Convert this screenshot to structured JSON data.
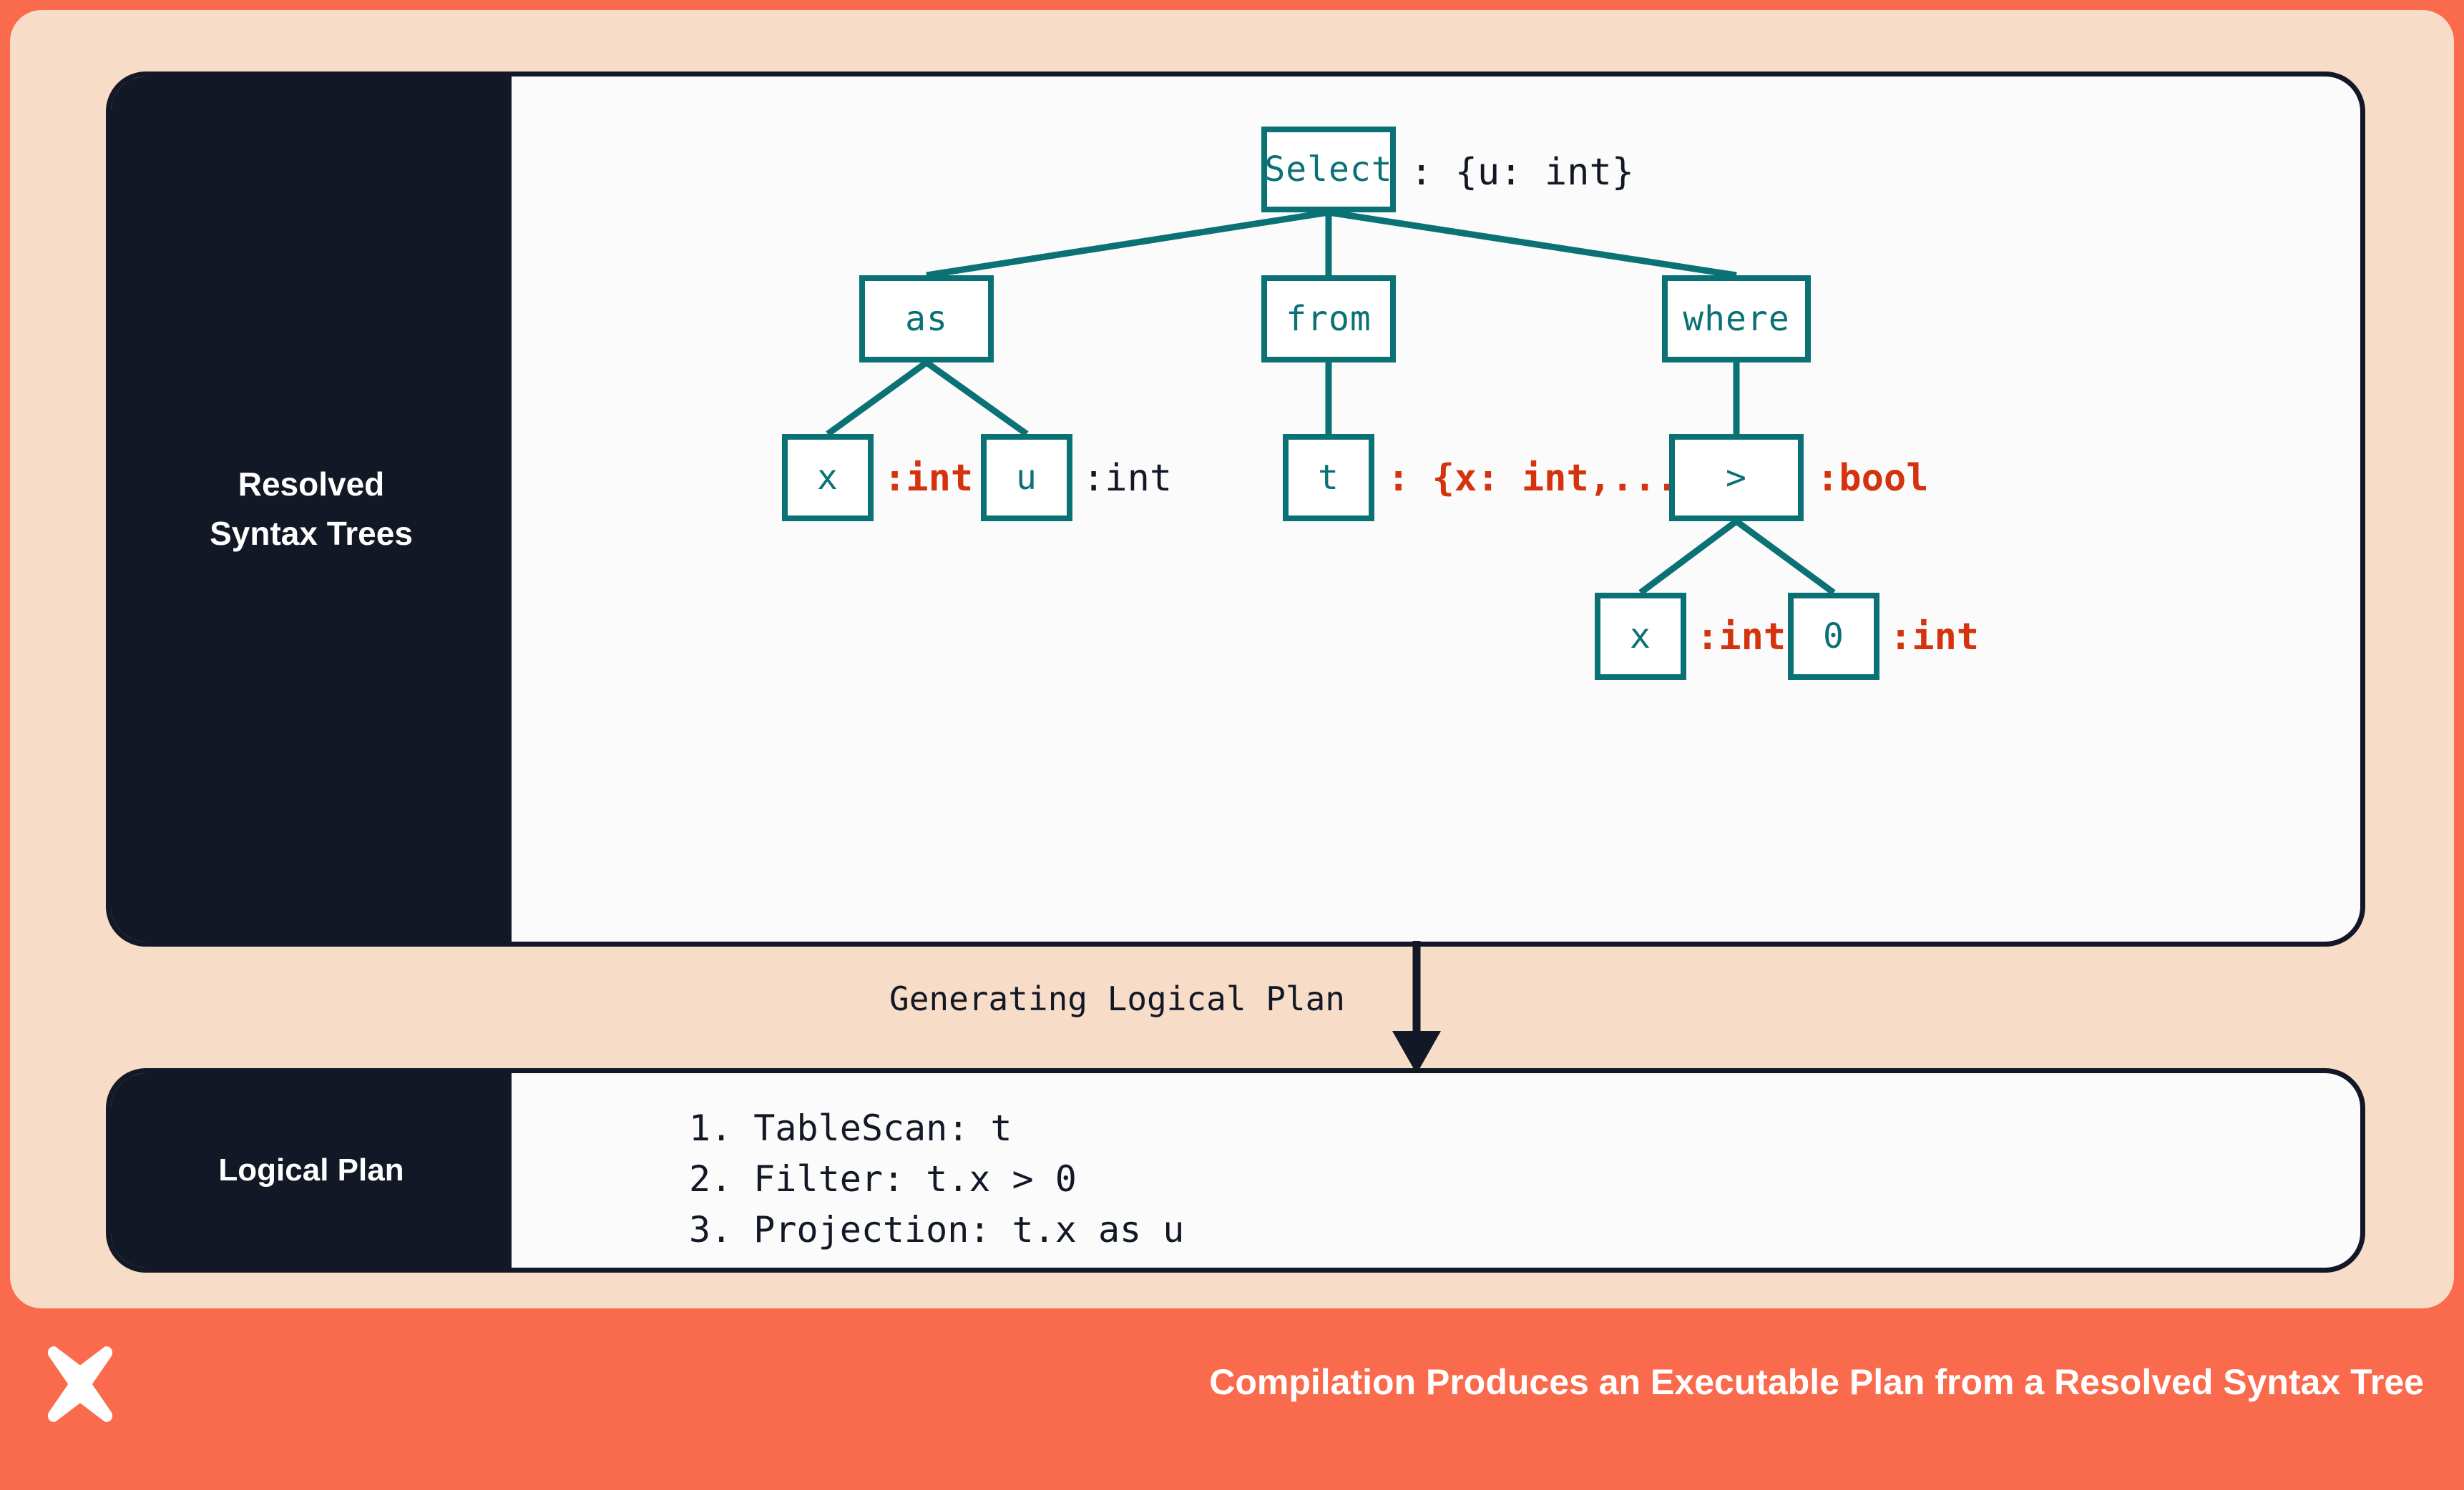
{
  "theme": {
    "coral": "#fa6a4d",
    "peach": "#f7dcc8",
    "navy": "#121826",
    "teal": "#0a7175",
    "red": "#d3340f",
    "white": "#ffffff"
  },
  "sections": {
    "rst": {
      "label_line1": "Resolved",
      "label_line2": "Syntax Trees"
    },
    "plan": {
      "label": "Logical Plan"
    }
  },
  "connector": {
    "label": "Generating Logical Plan"
  },
  "tree": {
    "nodes": [
      {
        "id": "select",
        "text": "Select",
        "annotation": ": {u: int}",
        "ann_color": "dark"
      },
      {
        "id": "as",
        "text": "as",
        "annotation": "",
        "ann_color": "dark"
      },
      {
        "id": "from",
        "text": "from",
        "annotation": "",
        "ann_color": "dark"
      },
      {
        "id": "where",
        "text": "where",
        "annotation": "",
        "ann_color": "dark"
      },
      {
        "id": "as-x",
        "text": "x",
        "annotation": ":int",
        "ann_color": "red"
      },
      {
        "id": "as-u",
        "text": "u",
        "annotation": ":int",
        "ann_color": "dark"
      },
      {
        "id": "from-t",
        "text": "t",
        "annotation": ": {x: int,...}",
        "ann_color": "red"
      },
      {
        "id": "gt",
        "text": ">",
        "annotation": ":bool",
        "ann_color": "red"
      },
      {
        "id": "gt-x",
        "text": "x",
        "annotation": ":int",
        "ann_color": "red"
      },
      {
        "id": "gt-0",
        "text": "0",
        "annotation": ":int",
        "ann_color": "red"
      }
    ],
    "edges": [
      [
        "select",
        "as"
      ],
      [
        "select",
        "from"
      ],
      [
        "select",
        "where"
      ],
      [
        "as",
        "as-x"
      ],
      [
        "as",
        "as-u"
      ],
      [
        "from",
        "from-t"
      ],
      [
        "where",
        "gt"
      ],
      [
        "gt",
        "gt-x"
      ],
      [
        "gt",
        "gt-0"
      ]
    ]
  },
  "plan_steps": [
    "1. TableScan: t",
    "2. Filter: t.x > 0",
    "3. Projection: t.x as u"
  ],
  "footer": {
    "caption": "Compilation Produces an Executable Plan from a Resolved Syntax Tree",
    "logo": "x-star-logo-icon"
  }
}
